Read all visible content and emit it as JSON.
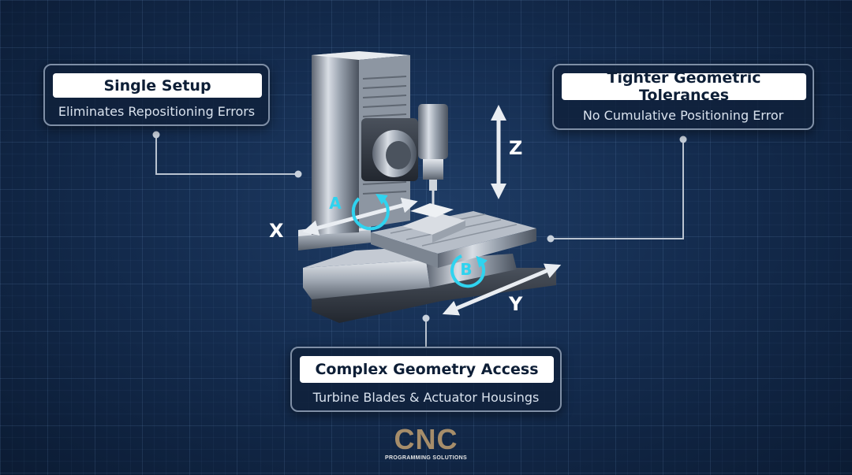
{
  "callouts": {
    "single_setup": {
      "title": "Single Setup",
      "subtitle": "Eliminates Repositioning Errors"
    },
    "tolerances": {
      "title": "Tighter Geometric Tolerances",
      "subtitle": "No Cumulative Positioning Error"
    },
    "geometry": {
      "title": "Complex Geometry Access",
      "subtitle": "Turbine Blades & Actuator Housings"
    }
  },
  "axes": {
    "x": "X",
    "y": "Y",
    "z": "Z",
    "a": "A",
    "b": "B"
  },
  "logo": {
    "main": "CNC",
    "sub": "PROGRAMMING SOLUTIONS"
  },
  "colors": {
    "accent": "#2fd3ef",
    "background": "#142c4f",
    "logo": "#a68d6a"
  }
}
